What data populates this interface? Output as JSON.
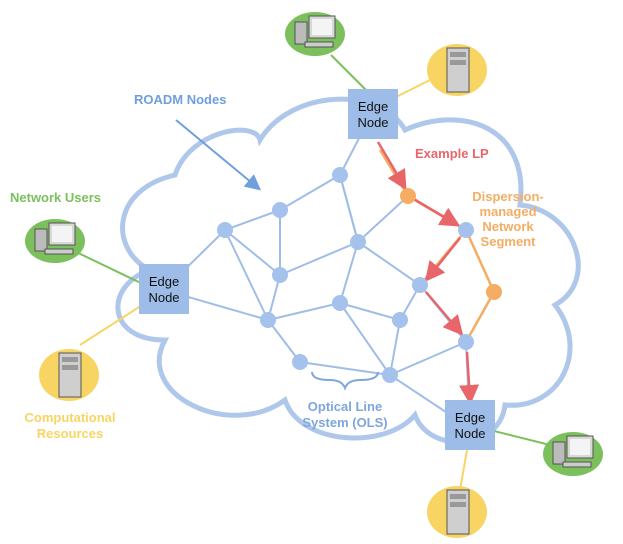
{
  "labels": {
    "roadm_nodes": "ROADM Nodes",
    "example_lp": "Example LP",
    "dispersion": [
      "Dispersion-",
      "managed",
      "Network",
      "Segment"
    ],
    "network_users": "Network Users",
    "ols": [
      "Optical Line",
      "System (OLS)"
    ],
    "computational": [
      "Computational",
      "Resources"
    ]
  },
  "edge_nodes": {
    "top": [
      "Edge",
      "Node"
    ],
    "left": [
      "Edge",
      "Node"
    ],
    "bottom": [
      "Edge",
      "Node"
    ]
  },
  "colors": {
    "cloud": "#aec7ea",
    "link": "#9fbde6",
    "node": "#a4c2ec",
    "edge_node": "#9dbde8",
    "lightpath": "#e8656a",
    "dispersion": "#f4ad62",
    "users": "#7cc05d",
    "resources": "#f8d563",
    "roadm_text": "#6f9fdc",
    "ols_text": "#7ea6dc"
  },
  "icons": {
    "user_terminal": "computer-icon",
    "resource": "server-icon"
  }
}
